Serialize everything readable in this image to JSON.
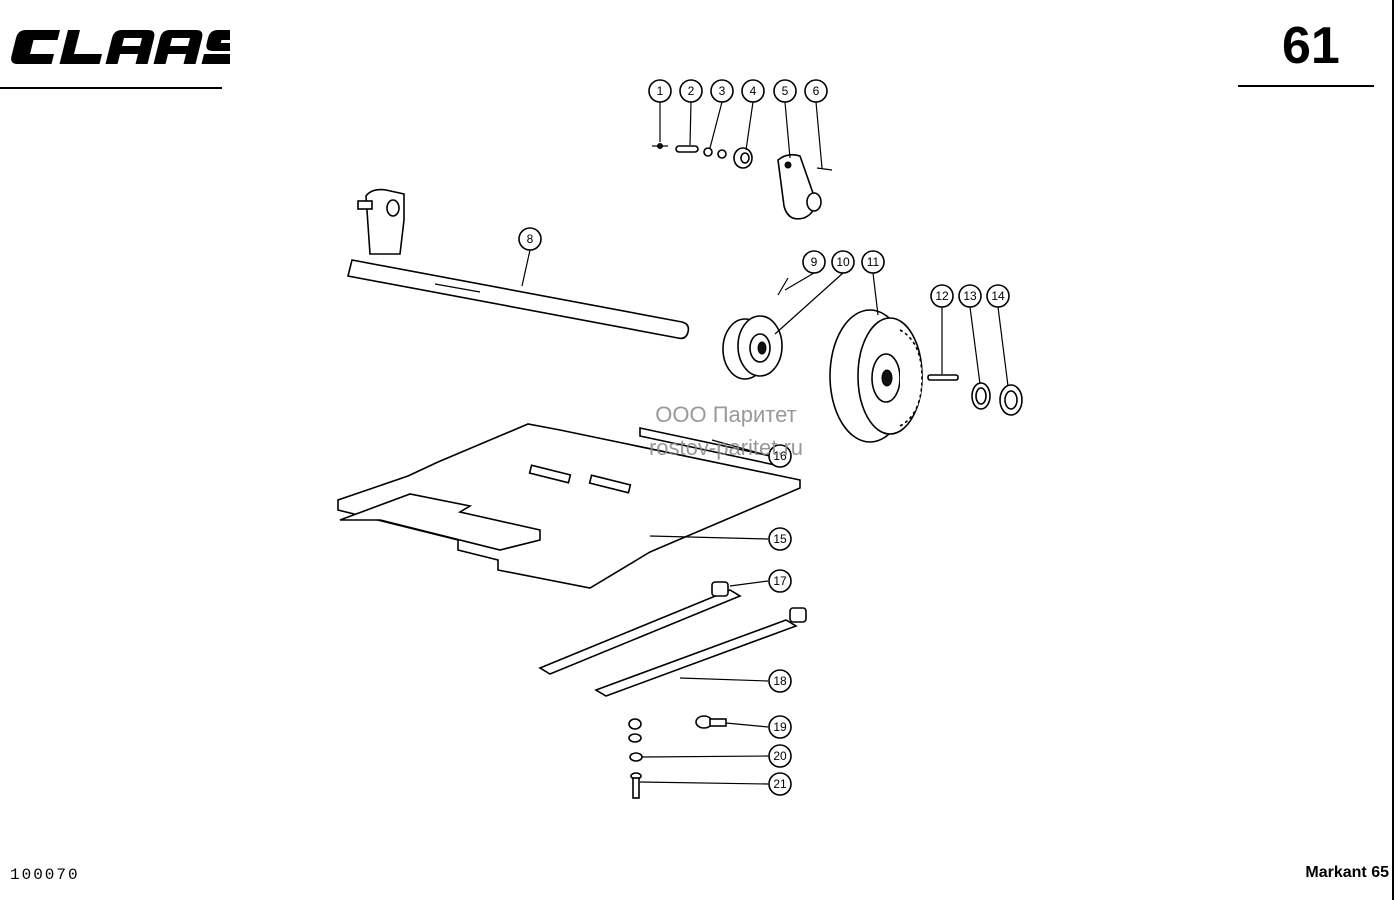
{
  "brand": {
    "logo_text": "CLAAS"
  },
  "page_number": "61",
  "doc_code": "100070",
  "model": "Markant 65",
  "watermark": {
    "line1": "ООО Паритет",
    "line2": "rostov-paritet.ru"
  },
  "callouts": [
    {
      "id": "c1",
      "label": "1"
    },
    {
      "id": "c2",
      "label": "2"
    },
    {
      "id": "c3",
      "label": "3"
    },
    {
      "id": "c4",
      "label": "4"
    },
    {
      "id": "c5",
      "label": "5"
    },
    {
      "id": "c6",
      "label": "6"
    },
    {
      "id": "c8",
      "label": "8"
    },
    {
      "id": "c9",
      "label": "9"
    },
    {
      "id": "c10",
      "label": "10"
    },
    {
      "id": "c11",
      "label": "11"
    },
    {
      "id": "c12",
      "label": "12"
    },
    {
      "id": "c13",
      "label": "13"
    },
    {
      "id": "c14",
      "label": "14"
    },
    {
      "id": "c16",
      "label": "16"
    },
    {
      "id": "c15",
      "label": "15"
    },
    {
      "id": "c17",
      "label": "17"
    },
    {
      "id": "c18",
      "label": "18"
    },
    {
      "id": "c19",
      "label": "19"
    },
    {
      "id": "c20",
      "label": "20"
    },
    {
      "id": "c21",
      "label": "21"
    }
  ]
}
